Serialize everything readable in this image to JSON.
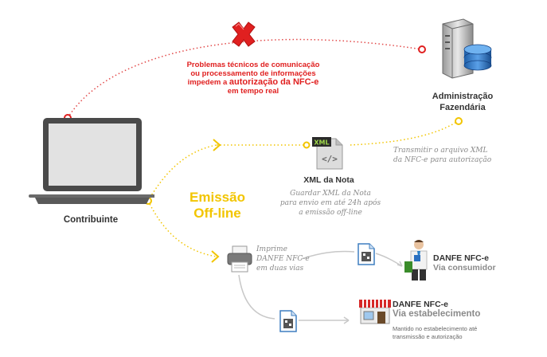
{
  "error_message": {
    "line1": "Problemas técnicos de comunicação",
    "line2": "ou processamento de informações",
    "line3_prefix": "impedem a ",
    "line3_highlight": "autorização da NFC-e",
    "line4": "em tempo real"
  },
  "admin": {
    "line1": "Administração",
    "line2": "Fazendária"
  },
  "contribuinte": "Contribuinte",
  "emissao": {
    "line1": "Emissão",
    "line2": "Off-line"
  },
  "xml": {
    "icon_text": "XML",
    "title": "XML da Nota",
    "desc1": "Guardar XML da Nota",
    "desc2": "para envio em até 24h após",
    "desc3": "a emissão off-line"
  },
  "transmit": {
    "line1": "Transmitir o arquivo XML",
    "line2": "da NFC-e para autorização"
  },
  "print": {
    "line1": "Imprime",
    "line2": "DANFE NFC-e",
    "line3": "em duas vias"
  },
  "consumidor": {
    "title": "DANFE NFC-e",
    "sub": "Via consumidor"
  },
  "estabelecimento": {
    "title": "DANFE NFC-e",
    "sub": "Via estabelecimento",
    "note1": "Mantido no estabelecimento até",
    "note2": "transmissão e autorização"
  },
  "colors": {
    "red": "#e02020",
    "yellow": "#f2c500",
    "gray": "#8a8a8a",
    "dark": "#333333"
  }
}
